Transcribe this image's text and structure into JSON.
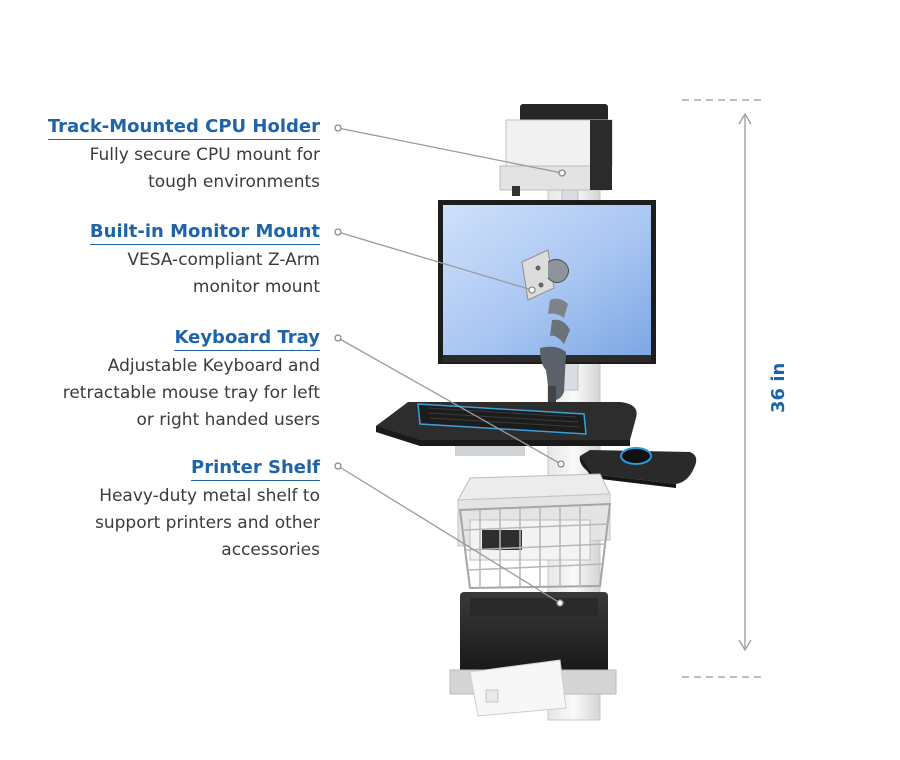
{
  "features": [
    {
      "title": "Track-Mounted CPU Holder",
      "desc": "Fully secure CPU mount  for\ntough environments"
    },
    {
      "title": "Built-in Monitor Mount",
      "desc": "VESA-compliant Z-Arm\nmonitor mount"
    },
    {
      "title": "Keyboard Tray",
      "desc": "Adjustable Keyboard and\nretractable mouse tray for left\nor right handed users"
    },
    {
      "title": "Printer Shelf",
      "desc": "Heavy-duty metal shelf to\nsupport printers and other\naccessories"
    }
  ],
  "dimension": {
    "label": "36 in"
  },
  "colors": {
    "accent": "#1f64a8",
    "text": "#3b3b3b",
    "leader": "#9a9a9a"
  }
}
